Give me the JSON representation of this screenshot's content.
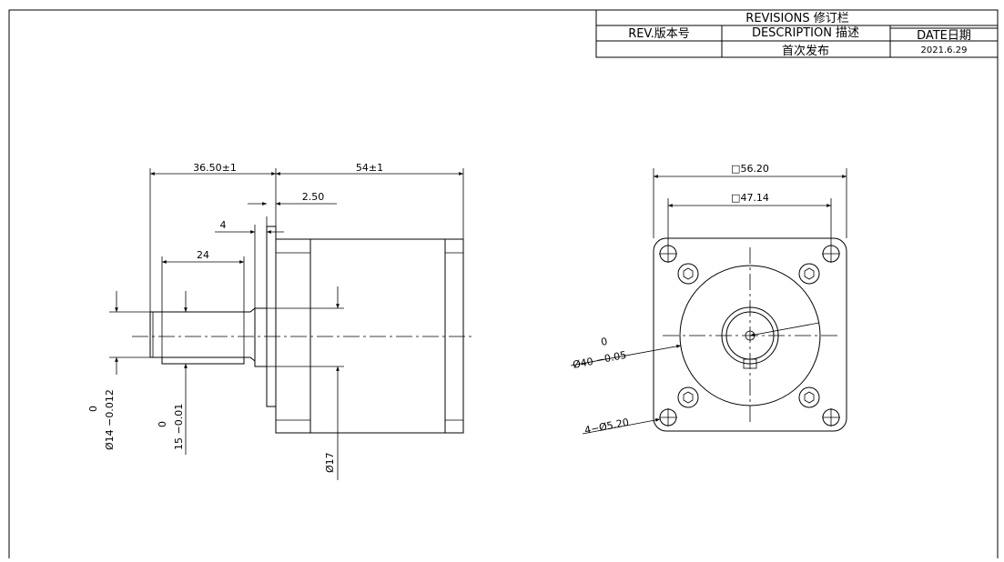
{
  "revisions_table": {
    "title": "REVISIONS 修订栏",
    "col_rev": "REV.版本号",
    "col_description": "DESCRIPTION 描述",
    "col_date": "DATE日期",
    "row1_rev": "",
    "row1_description": "首次发布",
    "row1_date": "2021.6.29"
  },
  "side_view": {
    "dim_overall_front": "36.50±1",
    "dim_body_length": "54±1",
    "dim_flange_thickness": "2.50",
    "dim_boss": "4",
    "dim_flat_length": "24",
    "dim_shaft_dia": "Ø14 −0.012",
    "dim_shaft_dia_upper": "0",
    "dim_flat_height": "15 −0.01",
    "dim_flat_height_upper": "0",
    "dim_boss_dia": "Ø17"
  },
  "front_view": {
    "dim_outer_square": "□56.20",
    "dim_hole_spacing": "□47.14",
    "dim_pilot_dia": "Ø40 −0.05",
    "dim_pilot_dia_upper": "0",
    "dim_mount_holes": "4−Ø5.20"
  }
}
